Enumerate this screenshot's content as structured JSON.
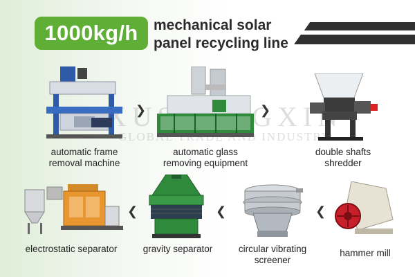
{
  "header": {
    "capacity": "1000kg/h",
    "title_line1": "mechanical solar",
    "title_line2": "panel recycling line"
  },
  "watermark": {
    "brand": "XUSHENGXIN",
    "subtitle": "GLOBAL TRADE AND INDUSTRY"
  },
  "machines": {
    "frame_removal": {
      "line1": "automatic frame",
      "line2": "removal machine",
      "icon": "frame-removal-machine-icon"
    },
    "glass_removing": {
      "line1": "automatic glass",
      "line2": "removing equipment",
      "icon": "glass-removing-equipment-icon"
    },
    "shredder": {
      "line1": "double shafts",
      "line2": "shredder",
      "icon": "double-shaft-shredder-icon"
    },
    "hammer_mill": {
      "line1": "hammer mill",
      "icon": "hammer-mill-icon"
    },
    "screener": {
      "line1": "circular vibrating",
      "line2": "screener",
      "icon": "vibrating-screener-icon"
    },
    "gravity": {
      "line1": "gravity separator",
      "icon": "gravity-separator-icon"
    },
    "electrostatic": {
      "line1": "electrostatic separator",
      "icon": "electrostatic-separator-icon"
    }
  },
  "colors": {
    "accent_green": "#5fae36",
    "machine_blue": "#2f5aa8",
    "machine_green": "#2f8a3c",
    "dark": "#303030"
  }
}
